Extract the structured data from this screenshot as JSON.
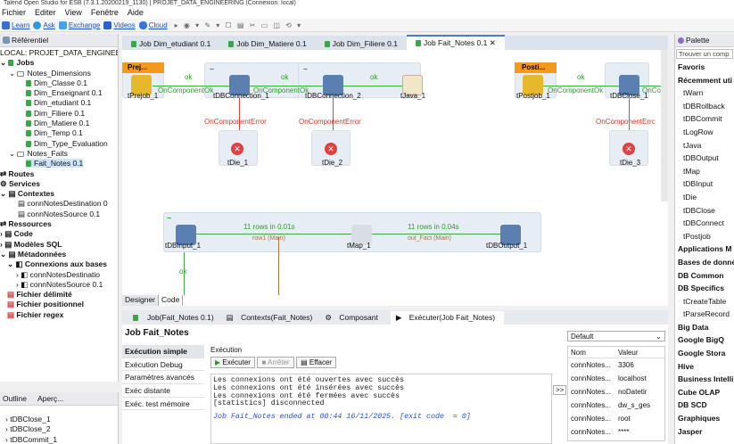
{
  "window": {
    "title": "Talend Open Studio for ESB (7.3.1.20200219_1130) | PROJET_DATA_ENGINEERING (Connexion: local)"
  },
  "menu": [
    "Fichier",
    "Editer",
    "View",
    "Fenêtre",
    "Aide"
  ],
  "links": [
    "Learn",
    "Ask",
    "Exchange",
    "Videos",
    "Cloud"
  ],
  "repository": {
    "title": "Référentiel",
    "project": "LOCAL: PROJET_DATA_ENGINEERING",
    "jobs_label": "Jobs",
    "notes_dimensions": "Notes_Dimensions",
    "dims": [
      "Dim_Classe 0.1",
      "Dim_Enseignant 0.1",
      "Dim_etudiant 0.1",
      "Dim_Filiere 0.1",
      "Dim_Matiere 0.1",
      "Dim_Temp 0.1",
      "Dim_Type_Evaluation"
    ],
    "notes_faits": "Notes_Faits",
    "fait_notes": "Fait_Notes 0.1",
    "routes": "Routes",
    "services": "Services",
    "contextes": "Contextes",
    "ctx_items": [
      "connNotesDestination 0",
      "connNotesSource 0.1"
    ],
    "ressources": "Ressources",
    "code": "Code",
    "modeles_sql": "Modèles SQL",
    "metadonnees": "Métadonnées",
    "connexions": "Connexions aux bases",
    "conn_items": [
      "connNotesDestinatio",
      "connNotesSource 0.1"
    ],
    "fichier_delimite": "Fichier délimité",
    "fichier_positionnel": "Fichier positionnel",
    "fichier_regex": "Fichier regex"
  },
  "outline": {
    "tab1": "Outline",
    "tab2": "Aperç...",
    "items": [
      "tDBClose_1",
      "tDBClose_2",
      "tDBCommit_1"
    ]
  },
  "editor_tabs": [
    "Job Dim_etudiant 0.1",
    "Job Dim_Matiere 0.1",
    "Job Dim_Filiere 0.1",
    "Job Fait_Notes 0.1"
  ],
  "canvas": {
    "prejob": "Prej...",
    "postjob": "Posti...",
    "tPrejob_1": "tPrejob_1",
    "tDBConnection_1": "tDBConnection_1",
    "tDBConnection_2": "tDBConnection_2",
    "tJava_1": "tJava_1",
    "tPostjob_1": "tPostjob_1",
    "tDBClose_1": "tDBClose_1",
    "tDie_1": "tDie_1",
    "tDie_2": "tDie_2",
    "tDie_3": "tDie_3",
    "ok": "ok",
    "onCompOk": "OnComponentOk",
    "onCompOk_cut": "OnCo",
    "onCompErr": "OnComponentError",
    "onCompErr_cut": "OnComponentErrc",
    "tDBInput_1": "tDBInput_1",
    "tMap_1": "tMap_1",
    "tDBOutput_1": "tDBOutput_1",
    "rows1": "11 rows in 0,01s",
    "rows2": "11 rows in 0,04s",
    "row_label1": "row1 (Main)",
    "row_label2": "out_Fact (Main)"
  },
  "designer_tabs": [
    "Designer",
    "Code"
  ],
  "run_tabs": [
    "Job(Fait_Notes 0.1)",
    "Contexts(Fait_Notes)",
    "Composant",
    "Exécuter(Job Fait_Notes)"
  ],
  "run": {
    "title": "Job Fait_Notes",
    "side": [
      "Exécution simple",
      "Exécution Debug",
      "Paramètres avancés",
      "Exéc distante",
      "Exéc. test mémoire"
    ],
    "exec_label": "Exécution",
    "btn_run": "Exécuter",
    "btn_stop": "Arrêter",
    "btn_clear": "Effacer",
    "console": [
      "Les connexions ont été ouvertes avec succès",
      "Les connexions ont été insérées avec succès",
      "Les connexions ont été fermées avec succès",
      "[statistics] disconnected"
    ],
    "console_end": "Job Fait_Notes ended at 00:44 16/11/2025. [exit code  = 0]",
    "context_select": "Default",
    "expand": ">>",
    "ctx_headers": [
      "Nom",
      "Valeur"
    ],
    "ctx_rows": [
      [
        "connNotes...",
        "3306"
      ],
      [
        "connNotes...",
        "localhost"
      ],
      [
        "connNotes...",
        "noDatetir"
      ],
      [
        "connNotes...",
        "dw_s_ges"
      ],
      [
        "connNotes...",
        "root"
      ],
      [
        "connNotes...",
        "****"
      ]
    ]
  },
  "palette": {
    "title": "Palette",
    "search": "Trouver un comp",
    "items": [
      {
        "t": "Favoris",
        "b": true
      },
      {
        "t": "Récemment uti",
        "b": true
      },
      {
        "t": "tWarn"
      },
      {
        "t": "tDBRollback"
      },
      {
        "t": "tDBCommit"
      },
      {
        "t": "tLogRow"
      },
      {
        "t": "tJava"
      },
      {
        "t": "tDBOutput"
      },
      {
        "t": "tMap"
      },
      {
        "t": "tDBInput"
      },
      {
        "t": "tDie"
      },
      {
        "t": "tDBClose"
      },
      {
        "t": "tDBConnect"
      },
      {
        "t": "tPostjob"
      },
      {
        "t": "Applications M",
        "b": true
      },
      {
        "t": "Bases de donné",
        "b": true
      },
      {
        "t": "DB Common",
        "b": true
      },
      {
        "t": "DB Specifics",
        "b": true
      },
      {
        "t": "tCreateTable"
      },
      {
        "t": "tParseRecord"
      },
      {
        "t": "Big Data",
        "b": true
      },
      {
        "t": "Google BigQ",
        "b": true
      },
      {
        "t": "Google Stora",
        "b": true
      },
      {
        "t": "Hive",
        "b": true
      },
      {
        "t": "Business Intelli",
        "b": true
      },
      {
        "t": "Cube OLAP",
        "b": true
      },
      {
        "t": "DB SCD",
        "b": true
      },
      {
        "t": "Graphiques",
        "b": true
      },
      {
        "t": "Jasper",
        "b": true
      }
    ]
  },
  "colors": {
    "accent": "#4a7ac8",
    "ok_green": "#3cae3c",
    "error_red": "#e04040",
    "prejob_orange": "#f39a1e"
  }
}
